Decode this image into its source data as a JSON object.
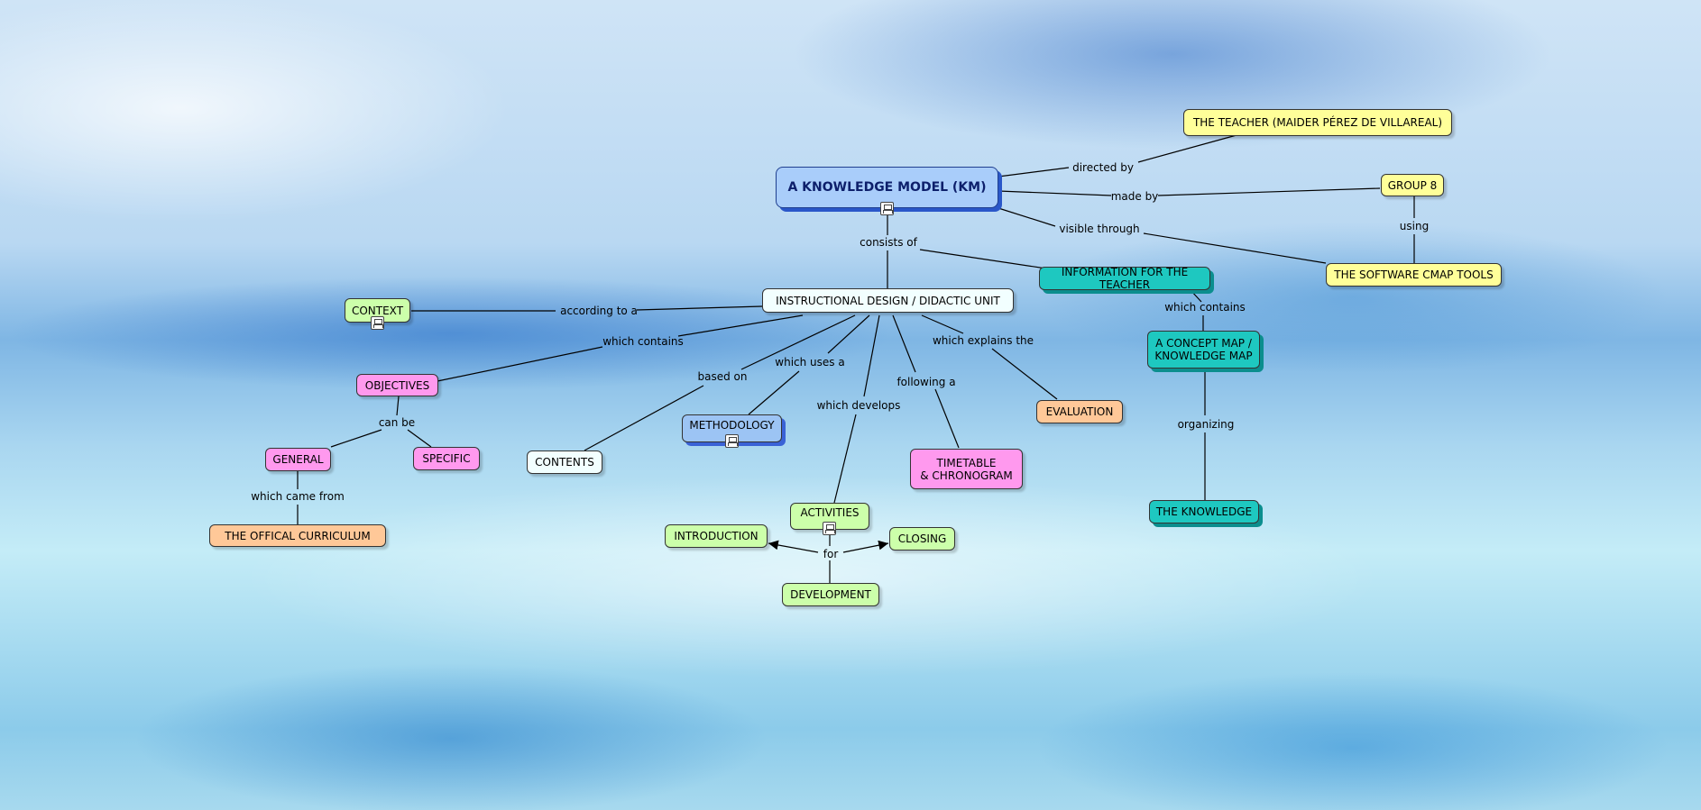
{
  "concept_map": {
    "nodes": {
      "km": "A KNOWLEDGE MODEL (KM)",
      "teacher": "THE TEACHER (MAIDER PÉREZ DE VILLAREAL)",
      "group": "GROUP 8",
      "software": "THE SOFTWARE CMAP TOOLS",
      "info_teacher": "INFORMATION FOR THE TEACHER",
      "concept_map": "A CONCEPT MAP /\nKNOWLEDGE MAP",
      "knowledge": "THE KNOWLEDGE",
      "instructional": "INSTRUCTIONAL DESIGN / DIDACTIC UNIT",
      "context": "CONTEXT",
      "objectives": "OBJECTIVES",
      "general": "GENERAL",
      "specific": "SPECIFIC",
      "curriculum": "THE OFFICAL CURRICULUM",
      "contents": "CONTENTS",
      "methodology": "METHODOLOGY",
      "activities": "ACTIVITIES",
      "introduction": "INTRODUCTION",
      "closing": "CLOSING",
      "development": "DEVELOPMENT",
      "timetable": "TIMETABLE\n& CHRONOGRAM",
      "evaluation": "EVALUATION"
    },
    "links": {
      "directed_by": "directed by",
      "made_by": "made by",
      "visible_through": "visible through",
      "using": "using",
      "consists_of": "consists of",
      "which_contains_info": "which contains",
      "organizing": "organizing",
      "according_to": "according to a",
      "which_contains": "which contains",
      "can_be": "can be",
      "which_came_from": "which came from",
      "based_on": "based on",
      "which_uses": "which uses a",
      "which_develops": "which develops",
      "following": "following a",
      "which_explains": "which explains the",
      "for": "for"
    },
    "colors": {
      "yellow": "#ffff99",
      "teal": "#1ec8c0",
      "root_blue": "#a9cdfa",
      "white": "#f2ffff",
      "green": "#ccffaa",
      "pink": "#ff99ee",
      "orange": "#ffc898",
      "method_blue": "#9cc4f4"
    },
    "icons": [
      "submap-icon"
    ]
  }
}
